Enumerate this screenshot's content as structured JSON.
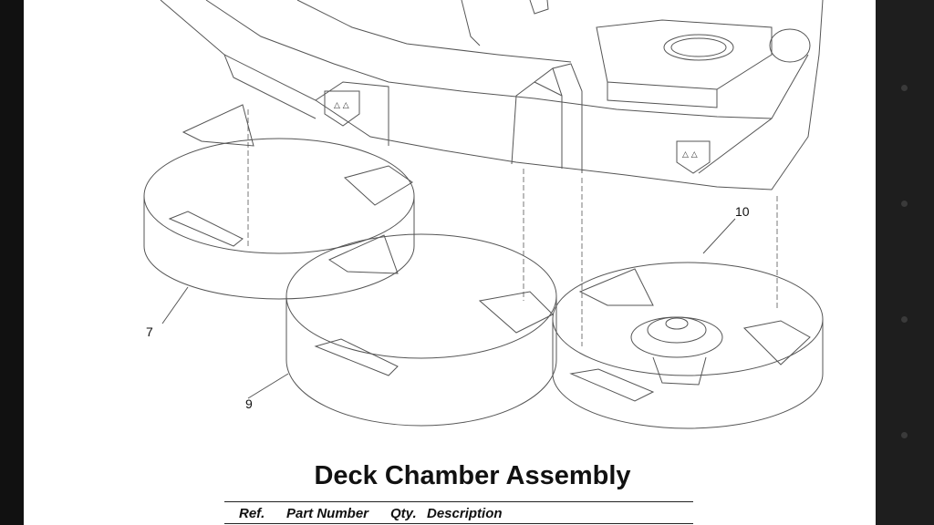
{
  "document": {
    "title": "Deck Chamber Assembly",
    "callouts": [
      "7",
      "9",
      "10"
    ],
    "table_headers": {
      "ref": "Ref.",
      "part_number": "Part Number",
      "qty": "Qty.",
      "description": "Description"
    }
  },
  "colors": {
    "page_background": "#ffffff",
    "viewer_background": "#1e1e1e",
    "line_art": "#555555"
  }
}
